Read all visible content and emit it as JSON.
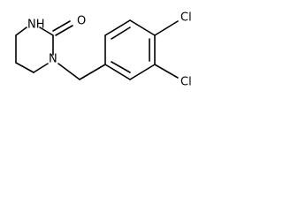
{
  "atoms": {
    "nh": "NH",
    "o": "O",
    "n": "N",
    "cl_top": "Cl",
    "cl_bottom": "Cl"
  }
}
